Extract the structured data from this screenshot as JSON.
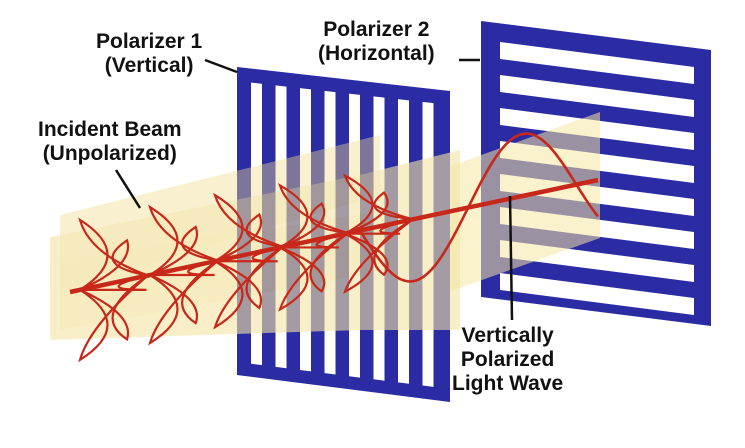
{
  "labels": {
    "polarizer1": {
      "line1": "Polarizer 1",
      "line2": "(Vertical)"
    },
    "polarizer2": {
      "line1": "Polarizer 2",
      "line2": "(Horizontal)"
    },
    "incident": {
      "line1": "Incident Beam",
      "line2": "(Unpolarized)"
    },
    "wave": {
      "line1": "Vertically",
      "line2": "Polarized",
      "line3": "Light Wave"
    }
  },
  "colors": {
    "polarizer": "#2b2ba3",
    "beam": "#f5e6a4",
    "wave": "#c8281a",
    "text": "#111111"
  }
}
